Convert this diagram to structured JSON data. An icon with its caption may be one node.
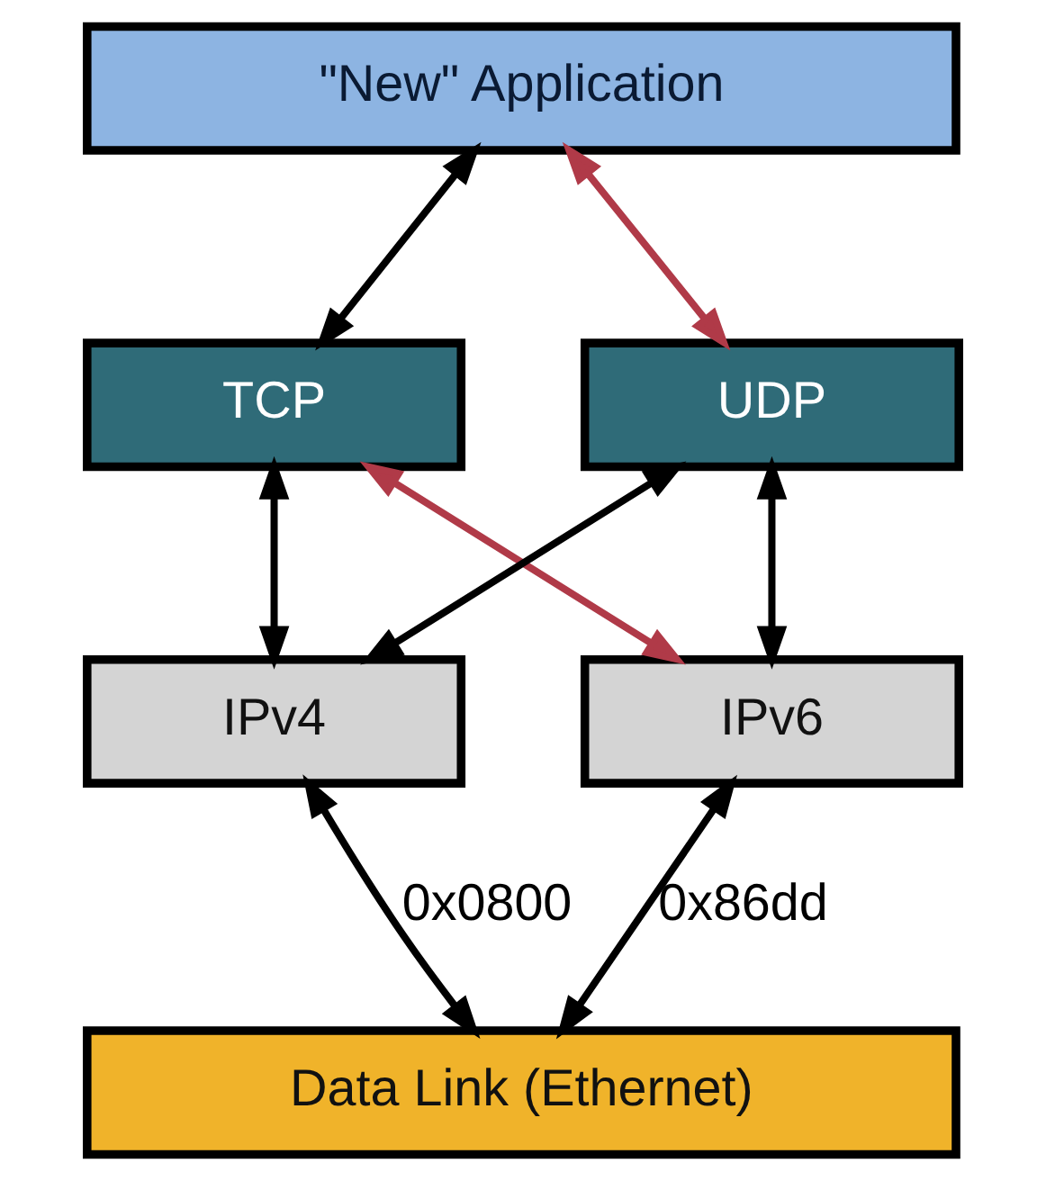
{
  "diagram": {
    "nodes": [
      {
        "text": [
          "\"New\" Application"
        ]
      },
      {
        "text": [
          "TCP"
        ]
      },
      {
        "text": [
          "UDP"
        ]
      },
      {
        "text": [
          "IPv4"
        ]
      },
      {
        "text": [
          "IPv6"
        ]
      },
      {
        "text": [
          "Data Link (Ethernet)"
        ]
      }
    ],
    "edges": [
      {
        "from": 0,
        "to": 1,
        "arrow": "both"
      },
      {
        "from": 0,
        "to": 2,
        "arrow": "both",
        "color": "#b03a48"
      },
      {
        "from": 1,
        "to": 3,
        "arrow": "both"
      },
      {
        "from": 1,
        "to": 4,
        "arrow": "both",
        "color": "#b03a48"
      },
      {
        "from": 2,
        "to": 3,
        "arrow": "both"
      },
      {
        "from": 2,
        "to": 4,
        "arrow": "both"
      },
      {
        "from": 3,
        "to": 5,
        "arrow": "both",
        "label": "0x0800"
      },
      {
        "from": 4,
        "to": 5,
        "arrow": "both",
        "label": "0x86dd"
      }
    ]
  }
}
